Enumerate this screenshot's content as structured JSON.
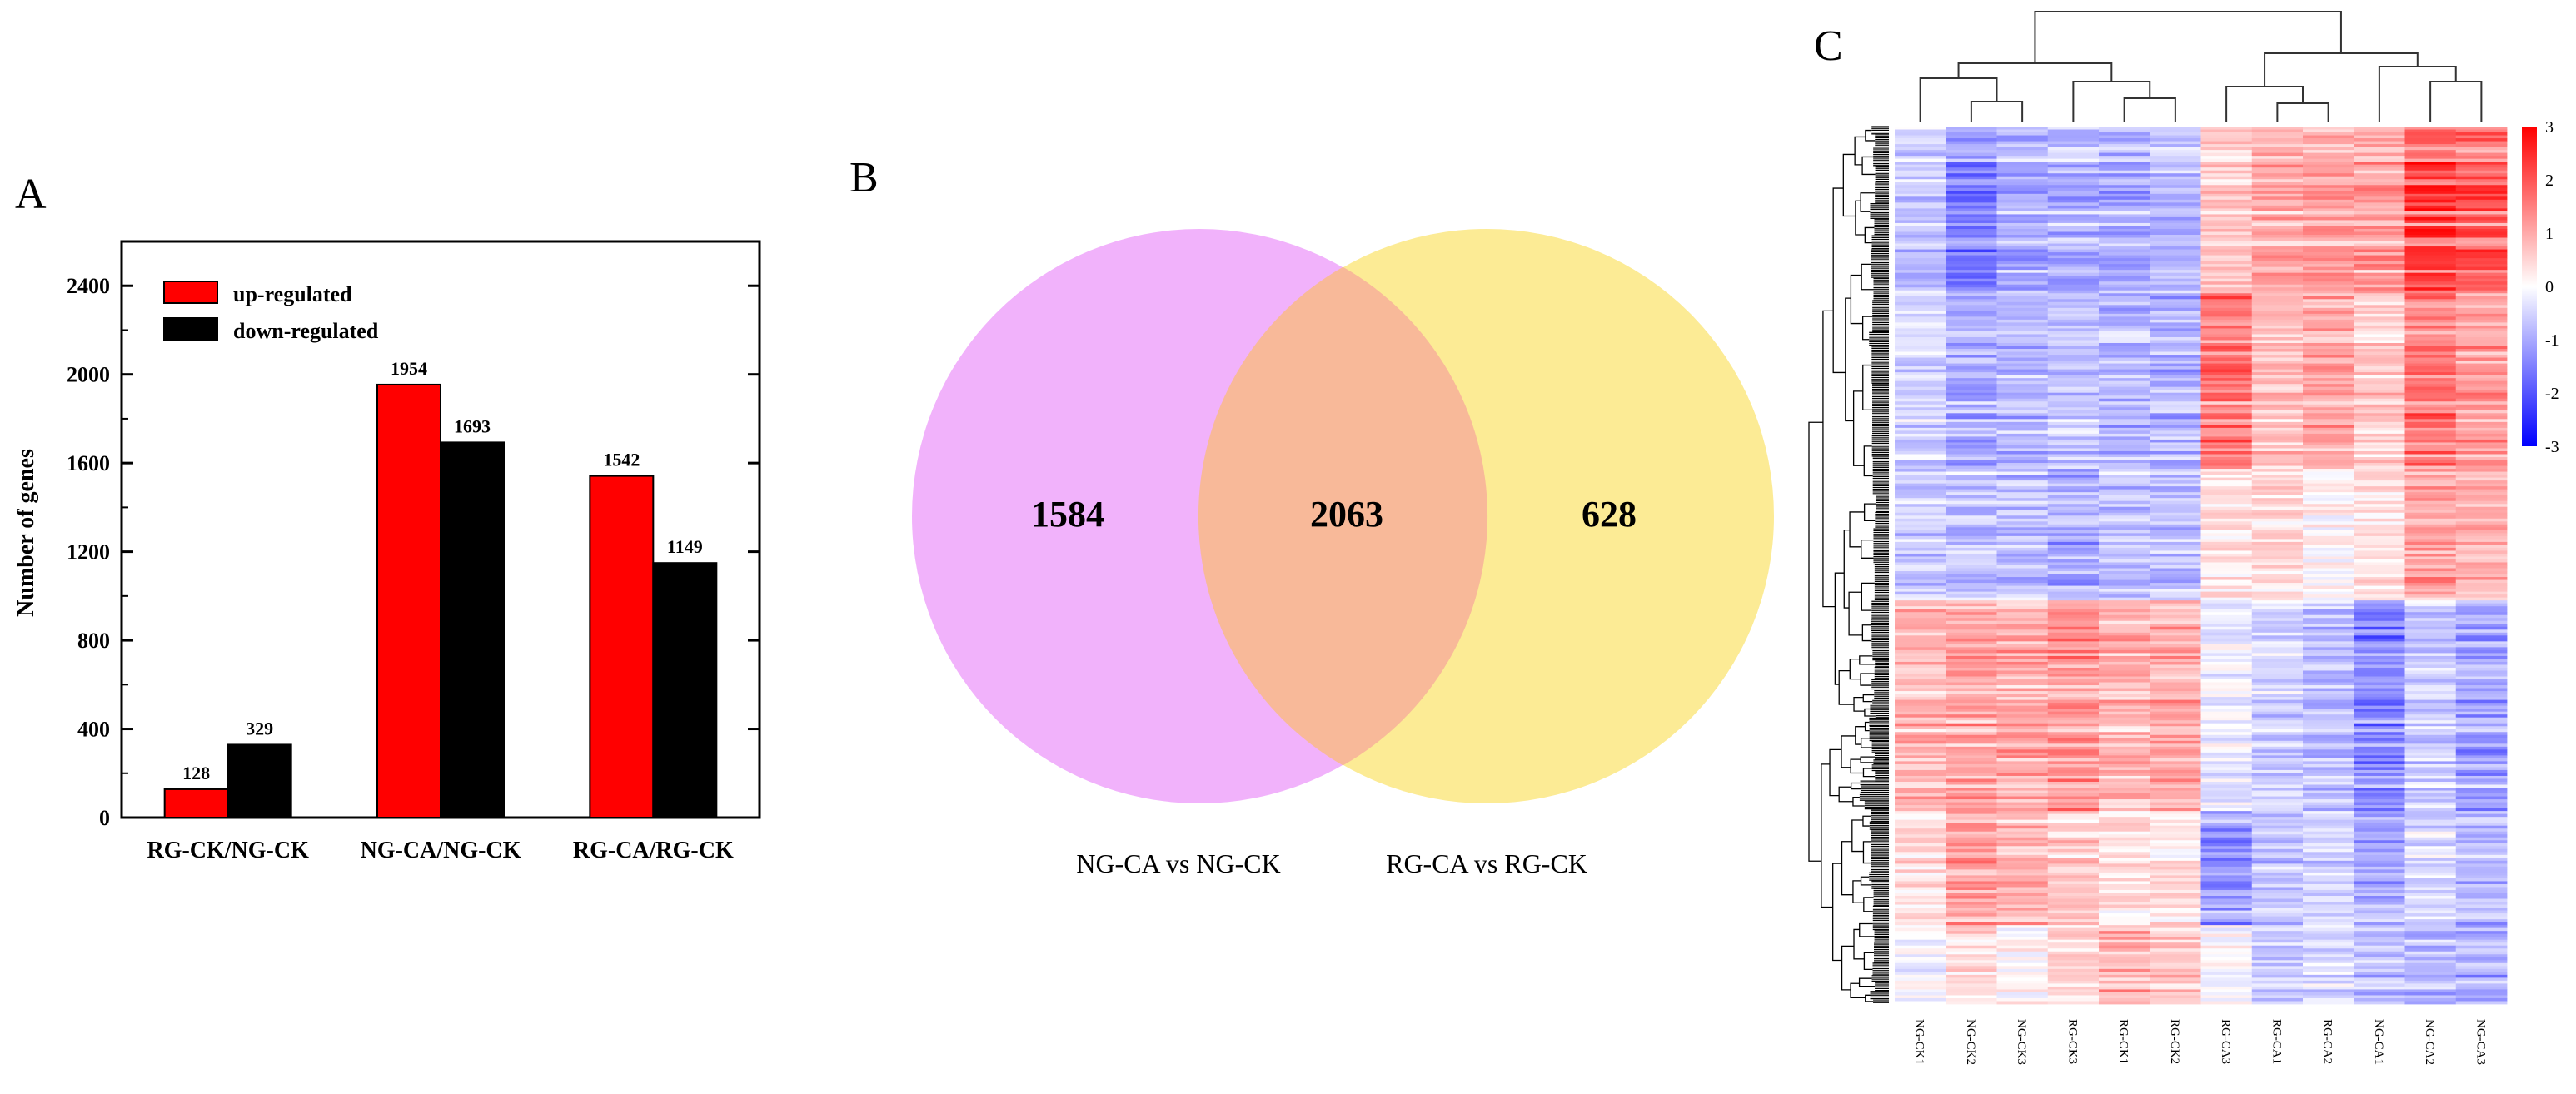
{
  "colors": {
    "up": "#ff0000",
    "down": "#000000",
    "venn_left": "#f1b2fb",
    "venn_right": "#fceb95",
    "venn_overlap": "#f8b999",
    "heat_low": "#0000ff",
    "heat_mid": "#ffffff",
    "heat_high": "#ff0000"
  },
  "panels": {
    "a_label": "A",
    "b_label": "B",
    "c_label": "C"
  },
  "chart_data": [
    {
      "type": "bar",
      "categories": [
        "RG-CK/NG-CK",
        "NG-CA/NG-CK",
        "RG-CA/RG-CK"
      ],
      "series": [
        {
          "name": "up-regulated",
          "values": [
            128,
            1954,
            1542
          ]
        },
        {
          "name": "down-regulated",
          "values": [
            329,
            1693,
            1149
          ]
        }
      ],
      "data_labels": [
        [
          "128",
          "1954",
          "1542"
        ],
        [
          "329",
          "1693",
          "1149"
        ]
      ],
      "ylabel": "Number of genes",
      "xlabel": "",
      "ylim": [
        0,
        2600
      ],
      "yticks": [
        "0",
        "400",
        "800",
        "1200",
        "1600",
        "2000",
        "2400"
      ],
      "legend": "top-left",
      "grid": false
    },
    {
      "type": "venn",
      "sets": [
        "NG-CA vs NG-CK",
        "RG-CA vs RG-CK"
      ],
      "counts": {
        "only_left": "1584",
        "both": "2063",
        "only_right": "628"
      }
    },
    {
      "type": "heatmap",
      "columns": [
        "NG-CK1",
        "NG-CK2",
        "NG-CK3",
        "RG-CK3",
        "RG-CK1",
        "RG-CK2",
        "RG-CA3",
        "RG-CA1",
        "RG-CA2",
        "NG-CA1",
        "NG-CA2",
        "NG-CA3"
      ],
      "color_scale": {
        "min": -3,
        "max": 3,
        "ticks": [
          "3",
          "2",
          "1",
          "0",
          "-1",
          "-2",
          "-3"
        ]
      },
      "row_dendrogram": true,
      "column_dendrogram": true,
      "blocks": [
        {
          "rows_fraction": 0.19,
          "values": [
            -0.6,
            -1.3,
            -0.9,
            -0.8,
            -0.9,
            -0.7,
            0.6,
            0.9,
            0.9,
            1.0,
            1.9,
            1.6
          ]
        },
        {
          "rows_fraction": 0.2,
          "values": [
            -0.5,
            -0.9,
            -0.8,
            -0.7,
            -0.8,
            -0.8,
            1.5,
            0.7,
            1.0,
            0.6,
            1.5,
            1.1
          ]
        },
        {
          "rows_fraction": 0.15,
          "values": [
            -0.6,
            -0.7,
            -0.7,
            -0.9,
            -0.7,
            -0.7,
            0.3,
            0.4,
            0.1,
            0.3,
            1.0,
            0.8
          ]
        },
        {
          "rows_fraction": 0.24,
          "values": [
            0.8,
            1.0,
            0.9,
            1.2,
            0.8,
            0.9,
            -0.2,
            -0.5,
            -0.7,
            -1.3,
            -0.6,
            -1.0
          ]
        },
        {
          "rows_fraction": 0.13,
          "values": [
            0.4,
            1.0,
            0.8,
            0.6,
            0.3,
            0.3,
            -1.2,
            -0.6,
            -0.5,
            -0.9,
            -0.4,
            -0.8
          ]
        },
        {
          "rows_fraction": 0.09,
          "values": [
            -0.2,
            0.4,
            0.1,
            0.5,
            0.9,
            0.6,
            0.0,
            -0.6,
            -0.5,
            -0.7,
            -0.8,
            -0.9
          ]
        }
      ]
    }
  ]
}
